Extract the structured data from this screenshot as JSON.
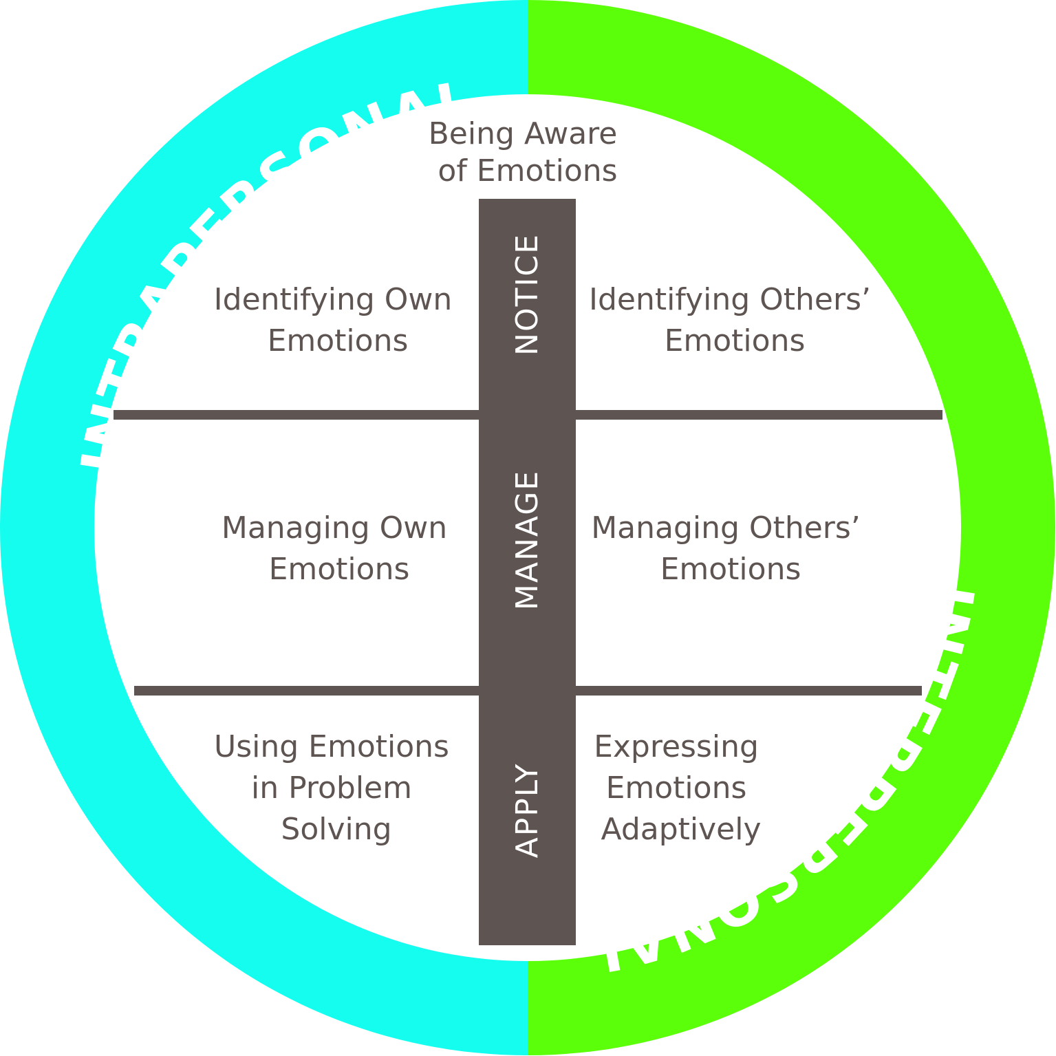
{
  "colors": {
    "intrapersonal": "#14fdee",
    "interpersonal": "#5cff0a",
    "bar": "#5e5552",
    "text": "#5e5552"
  },
  "ring": {
    "left_label": "INTRAPERSONAL",
    "right_label": "INTERPERSONAL"
  },
  "top_label": {
    "line1": "Being Aware",
    "line2": "of Emotions"
  },
  "bar": {
    "notice": "NOTICE",
    "manage": "MANAGE",
    "apply": "APPLY"
  },
  "cells": {
    "identifying_own": {
      "line1": "Identifying Own",
      "line2": "Emotions"
    },
    "identifying_others": {
      "line1": "Identifying Others’",
      "line2": "Emotions"
    },
    "managing_own": {
      "line1": "Managing Own",
      "line2": "Emotions"
    },
    "managing_others": {
      "line1": "Managing Others’",
      "line2": "Emotions"
    },
    "using_emotions": {
      "line1": "Using Emotions",
      "line2": "in Problem",
      "line3": "Solving"
    },
    "expressing_emotions": {
      "line1": "Expressing",
      "line2": "Emotions",
      "line3": "Adaptively"
    }
  }
}
